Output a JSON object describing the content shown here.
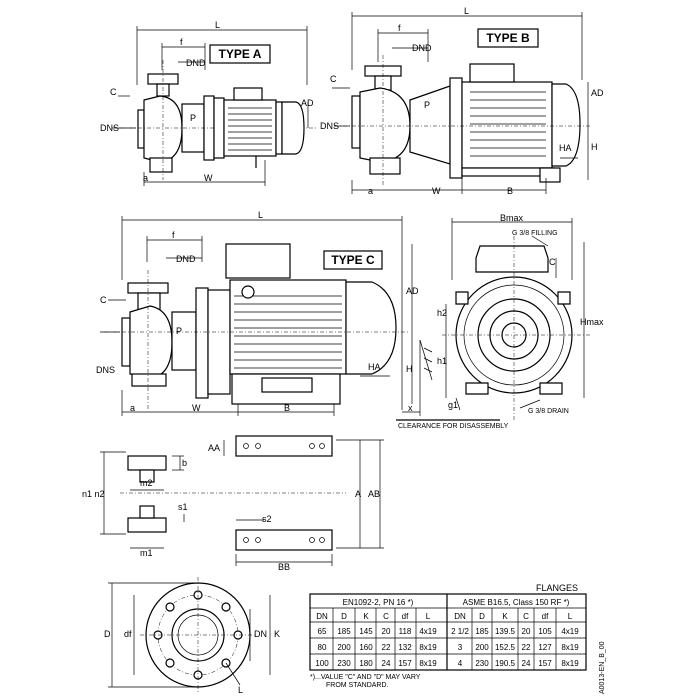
{
  "views": {
    "type_a": {
      "title": "TYPE A",
      "labels": {
        "L": "L",
        "f": "f",
        "dnd": "DND",
        "c": "C",
        "dns": "DNS",
        "p": "P",
        "ad": "AD",
        "a": "a",
        "w": "W"
      }
    },
    "type_b": {
      "title": "TYPE B",
      "labels": {
        "L": "L",
        "f": "f",
        "dnd": "DND",
        "c": "C",
        "dns": "DNS",
        "p": "P",
        "ad": "AD",
        "ha": "HA",
        "h": "H",
        "a": "a",
        "w": "W",
        "b": "B"
      }
    },
    "type_c": {
      "title": "TYPE C",
      "labels": {
        "L": "L",
        "f": "f",
        "dnd": "DND",
        "c": "C",
        "dns": "DNS",
        "p": "P",
        "ad": "AD",
        "ha": "HA",
        "h": "H",
        "a": "a",
        "w": "W",
        "b": "B",
        "x": "x",
        "clearance": "CLEARANCE FOR DISASSEMBLY"
      }
    },
    "end_view": {
      "labels": {
        "bmax": "Bmax",
        "filling": "G 3/8 FILLING",
        "c": "C",
        "hmax": "Hmax",
        "h2": "h2",
        "h1": "h1",
        "g1": "g1",
        "drain": "G 3/8 DRAIN"
      }
    },
    "feet": {
      "labels": {
        "aa": "AA",
        "b": "b",
        "m2": "m2",
        "n1n2": "n1 n2",
        "a": "A",
        "ab": "AB",
        "s1": "s1",
        "s2": "s2",
        "m1": "m1",
        "bb": "BB"
      }
    },
    "flange": {
      "labels": {
        "d": "D",
        "df": "df",
        "dn": "DN",
        "k": "K",
        "l": "L"
      }
    }
  },
  "flanges": {
    "title": "FLANGES",
    "en_header": "EN1092-2, PN 16 *)",
    "asme_header": "ASME B16.5, Class 150 RF *)",
    "en_columns": [
      "DN",
      "D",
      "K",
      "C",
      "df",
      "L"
    ],
    "asme_columns": [
      "DN",
      "D",
      "K",
      "C",
      "df",
      "L"
    ],
    "en_rows": [
      [
        "65",
        "185",
        "145",
        "20",
        "118",
        "4x19"
      ],
      [
        "80",
        "200",
        "160",
        "22",
        "132",
        "8x19"
      ],
      [
        "100",
        "230",
        "180",
        "24",
        "157",
        "8x19"
      ]
    ],
    "asme_rows": [
      [
        "2 1/2",
        "185",
        "139.5",
        "20",
        "105",
        "4x19"
      ],
      [
        "3",
        "200",
        "152.5",
        "22",
        "127",
        "8x19"
      ],
      [
        "4",
        "230",
        "190.5",
        "24",
        "157",
        "8x19"
      ]
    ],
    "note_line1": "*)...VALUE \"C\" AND \"D\" MAY VARY",
    "note_line2": "FROM STANDARD."
  },
  "drawing_code": "A0013-EN_B_00"
}
